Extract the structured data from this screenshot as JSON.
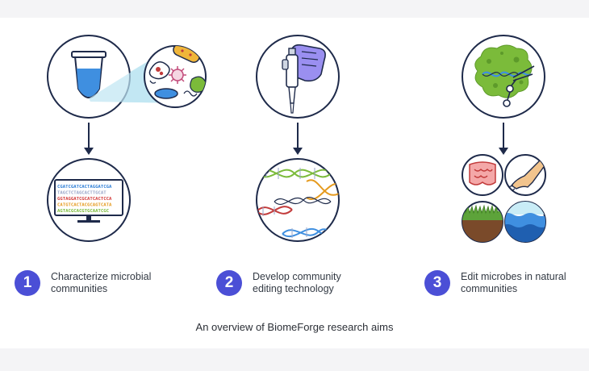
{
  "steps": [
    {
      "number": "1",
      "label": "Characterize microbial communities"
    },
    {
      "number": "2",
      "label": "Develop community editing technology"
    },
    {
      "number": "3",
      "label": "Edit microbes in natural communities"
    }
  ],
  "sequence_lines": [
    {
      "text": "CGATCGATCACTAGGATCGA",
      "color": "#2f7fd6"
    },
    {
      "text": "TAGCTCTAGCACTTGCAT",
      "color": "#9aa6c8"
    },
    {
      "text": "GGTAGGATCGCATCACTCCA",
      "color": "#d43a3a"
    },
    {
      "text": "CATGTCACTACGCAGTCATA",
      "color": "#e59a1e"
    },
    {
      "text": "AGTACGCACGTGCAATCGC",
      "color": "#7bbb3a"
    }
  ],
  "caption": "An overview of BiomeForge research aims",
  "colors": {
    "badge": "#4b4fd6",
    "outline": "#1e2a4a",
    "arrow": "#1e2a4a"
  }
}
